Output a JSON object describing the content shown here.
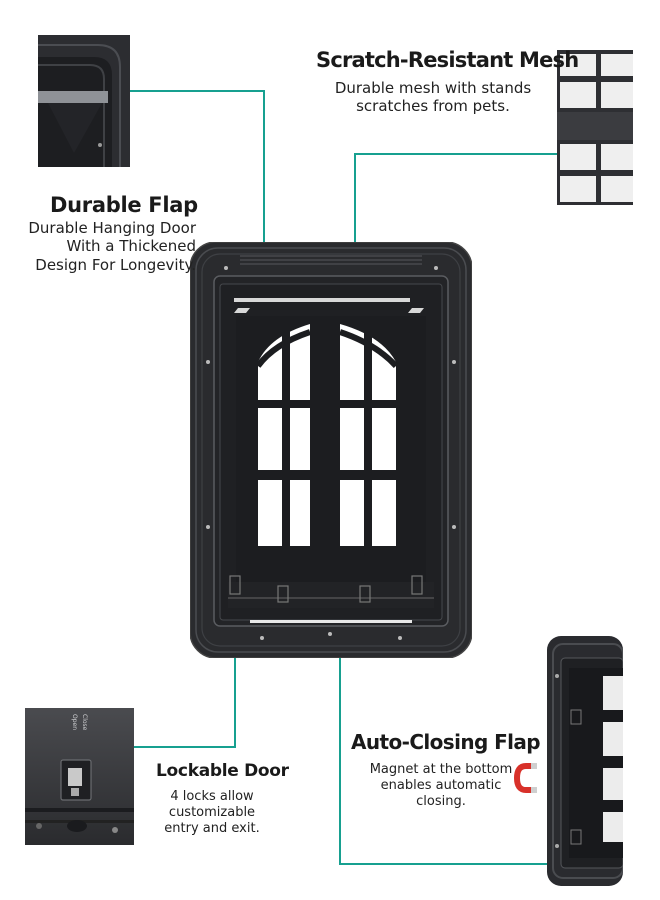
{
  "features": {
    "durable_flap": {
      "title": "Durable Flap",
      "description": "Durable Hanging Door\nWith a Thickened\nDesign For Longevity."
    },
    "scratch_mesh": {
      "title": "Scratch-Resistant Mesh",
      "description": "Durable mesh with stands\nscratches from pets."
    },
    "lockable_door": {
      "title": "Lockable Door",
      "description": "4 locks allow\ncustomizable\nentry and exit."
    },
    "auto_closing": {
      "title": "Auto-Closing Flap",
      "description": "Magnet at the bottom\nenables automatic\nclosing."
    }
  },
  "lock_label": {
    "open": "Open",
    "close": "Close"
  },
  "colors": {
    "accent": "#17a090",
    "door": "#26272a",
    "frame_edge": "#3b3d41",
    "magnet_red": "#d8312a"
  },
  "icons": {
    "magnet": "magnet-icon"
  }
}
